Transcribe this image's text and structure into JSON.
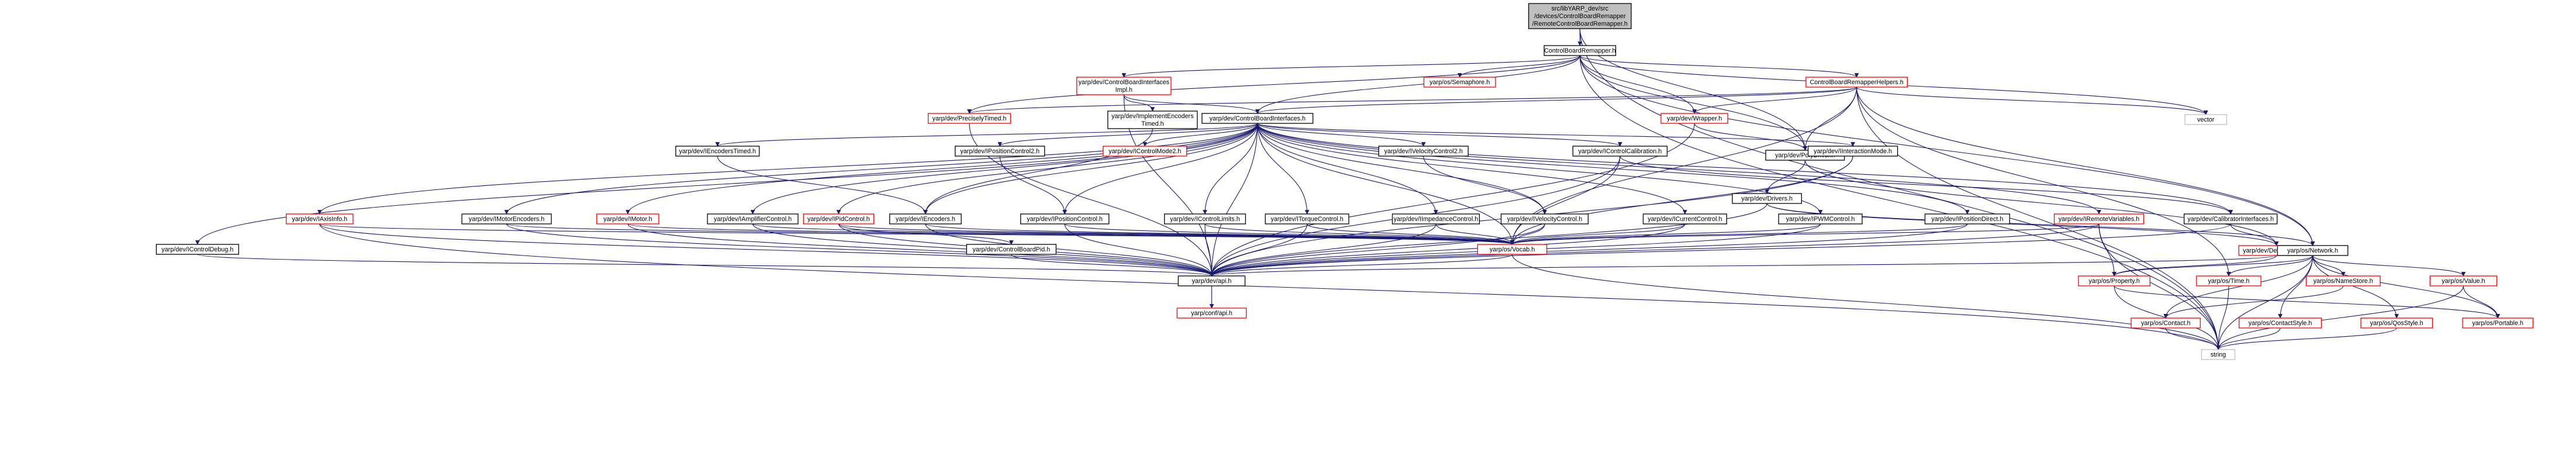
{
  "colors": {
    "root_fill": "#bfbfbf",
    "root_border": "#000000",
    "node_fill": "#ffffff",
    "node_border": "#000000",
    "external_border": "#ff0000",
    "external_text": "#ff0000",
    "text": "#000000",
    "edge": "#191970",
    "arrow": "#191970",
    "ext_node_border": "#bfbfbf"
  },
  "nodes": [
    {
      "id": "root",
      "lines": [
        "src/libYARP_dev/src",
        "/devices/ControlBoardRemapper",
        "/RemoteControlBoardRemapper.h"
      ],
      "kind": "root"
    },
    {
      "id": "cbr",
      "lines": [
        "ControlBoardRemapper.h"
      ],
      "kind": "normal"
    },
    {
      "id": "cbiimpl",
      "lines": [
        "yarp/dev/ControlBoardInterfaces",
        "Impl.h"
      ],
      "kind": "red"
    },
    {
      "id": "semaphore",
      "lines": [
        "yarp/os/Semaphore.h"
      ],
      "kind": "red"
    },
    {
      "id": "cbrhelpers",
      "lines": [
        "ControlBoardRemapperHelpers.h"
      ],
      "kind": "red"
    },
    {
      "id": "vector",
      "lines": [
        "vector"
      ],
      "kind": "ext"
    },
    {
      "id": "precisely",
      "lines": [
        "yarp/dev/PreciselyTimed.h"
      ],
      "kind": "red"
    },
    {
      "id": "implenc",
      "lines": [
        "yarp/dev/ImplementEncoders",
        "Timed.h"
      ],
      "kind": "normal"
    },
    {
      "id": "cbi",
      "lines": [
        "yarp/dev/ControlBoardInterfaces.h"
      ],
      "kind": "normal"
    },
    {
      "id": "wrapper",
      "lines": [
        "yarp/dev/Wrapper.h"
      ],
      "kind": "red"
    },
    {
      "id": "polydriver",
      "lines": [
        "yarp/dev/PolyDriver.h"
      ],
      "kind": "normal"
    },
    {
      "id": "enctimed",
      "lines": [
        "yarp/dev/IEncodersTimed.h"
      ],
      "kind": "normal"
    },
    {
      "id": "ipc2",
      "lines": [
        "yarp/dev/IPositionControl2.h"
      ],
      "kind": "normal"
    },
    {
      "id": "icm2",
      "lines": [
        "yarp/dev/IControlMode2.h"
      ],
      "kind": "red"
    },
    {
      "id": "ivc2",
      "lines": [
        "yarp/dev/IVelocityControl2.h"
      ],
      "kind": "normal"
    },
    {
      "id": "icc",
      "lines": [
        "yarp/dev/IControlCalibration.h"
      ],
      "kind": "normal"
    },
    {
      "id": "iim",
      "lines": [
        "yarp/dev/IInteractionMode.h"
      ],
      "kind": "normal"
    },
    {
      "id": "drivers",
      "lines": [
        "yarp/dev/Drivers.h"
      ],
      "kind": "normal"
    },
    {
      "id": "iaxis",
      "lines": [
        "yarp/dev/IAxisInfo.h"
      ],
      "kind": "red"
    },
    {
      "id": "imotenc",
      "lines": [
        "yarp/dev/IMotorEncoders.h"
      ],
      "kind": "normal"
    },
    {
      "id": "imotor",
      "lines": [
        "yarp/dev/IMotor.h"
      ],
      "kind": "red"
    },
    {
      "id": "iamp",
      "lines": [
        "yarp/dev/IAmplifierControl.h"
      ],
      "kind": "normal"
    },
    {
      "id": "ienc",
      "lines": [
        "yarp/dev/IEncoders.h"
      ],
      "kind": "normal"
    },
    {
      "id": "ipid",
      "lines": [
        "yarp/dev/IPidControl.h"
      ],
      "kind": "red"
    },
    {
      "id": "ipc",
      "lines": [
        "yarp/dev/IPositionControl.h"
      ],
      "kind": "normal"
    },
    {
      "id": "icl",
      "lines": [
        "yarp/dev/IControlLimits.h"
      ],
      "kind": "normal"
    },
    {
      "id": "itc",
      "lines": [
        "yarp/dev/ITorqueControl.h"
      ],
      "kind": "normal"
    },
    {
      "id": "iimp",
      "lines": [
        "yarp/dev/IImpedanceControl.h"
      ],
      "kind": "normal"
    },
    {
      "id": "ivc",
      "lines": [
        "yarp/dev/IVelocityControl.h"
      ],
      "kind": "normal"
    },
    {
      "id": "icur",
      "lines": [
        "yarp/dev/ICurrentControl.h"
      ],
      "kind": "normal"
    },
    {
      "id": "ipwm",
      "lines": [
        "yarp/dev/IPWMControl.h"
      ],
      "kind": "normal"
    },
    {
      "id": "ipd",
      "lines": [
        "yarp/dev/IPositionDirect.h"
      ],
      "kind": "normal"
    },
    {
      "id": "irv",
      "lines": [
        "yarp/dev/IRemoteVariables.h"
      ],
      "kind": "red"
    },
    {
      "id": "calib",
      "lines": [
        "yarp/dev/CalibratorInterfaces.h"
      ],
      "kind": "normal"
    },
    {
      "id": "devdriver",
      "lines": [
        "yarp/dev/DeviceDriver.h"
      ],
      "kind": "red"
    },
    {
      "id": "network",
      "lines": [
        "yarp/os/Network.h"
      ],
      "kind": "normal"
    },
    {
      "id": "icdebug",
      "lines": [
        "yarp/dev/IControlDebug.h"
      ],
      "kind": "normal"
    },
    {
      "id": "cbpid",
      "lines": [
        "yarp/dev/ControlBoardPid.h"
      ],
      "kind": "normal"
    },
    {
      "id": "vocab",
      "lines": [
        "yarp/os/Vocab.h"
      ],
      "kind": "red"
    },
    {
      "id": "api",
      "lines": [
        "yarp/dev/api.h"
      ],
      "kind": "normal"
    },
    {
      "id": "property",
      "lines": [
        "yarp/os/Property.h"
      ],
      "kind": "red"
    },
    {
      "id": "time",
      "lines": [
        "yarp/os/Time.h"
      ],
      "kind": "red"
    },
    {
      "id": "namestore",
      "lines": [
        "yarp/os/NameStore.h"
      ],
      "kind": "red"
    },
    {
      "id": "value",
      "lines": [
        "yarp/os/Value.h"
      ],
      "kind": "red"
    },
    {
      "id": "confapi",
      "lines": [
        "yarp/conf/api.h"
      ],
      "kind": "red"
    },
    {
      "id": "contact",
      "lines": [
        "yarp/os/Contact.h"
      ],
      "kind": "red"
    },
    {
      "id": "contactstyle",
      "lines": [
        "yarp/os/ContactStyle.h"
      ],
      "kind": "red"
    },
    {
      "id": "qosstyle",
      "lines": [
        "yarp/os/QosStyle.h"
      ],
      "kind": "red"
    },
    {
      "id": "portable",
      "lines": [
        "yarp/os/Portable.h"
      ],
      "kind": "red"
    },
    {
      "id": "string",
      "lines": [
        "string"
      ],
      "kind": "ext"
    }
  ]
}
